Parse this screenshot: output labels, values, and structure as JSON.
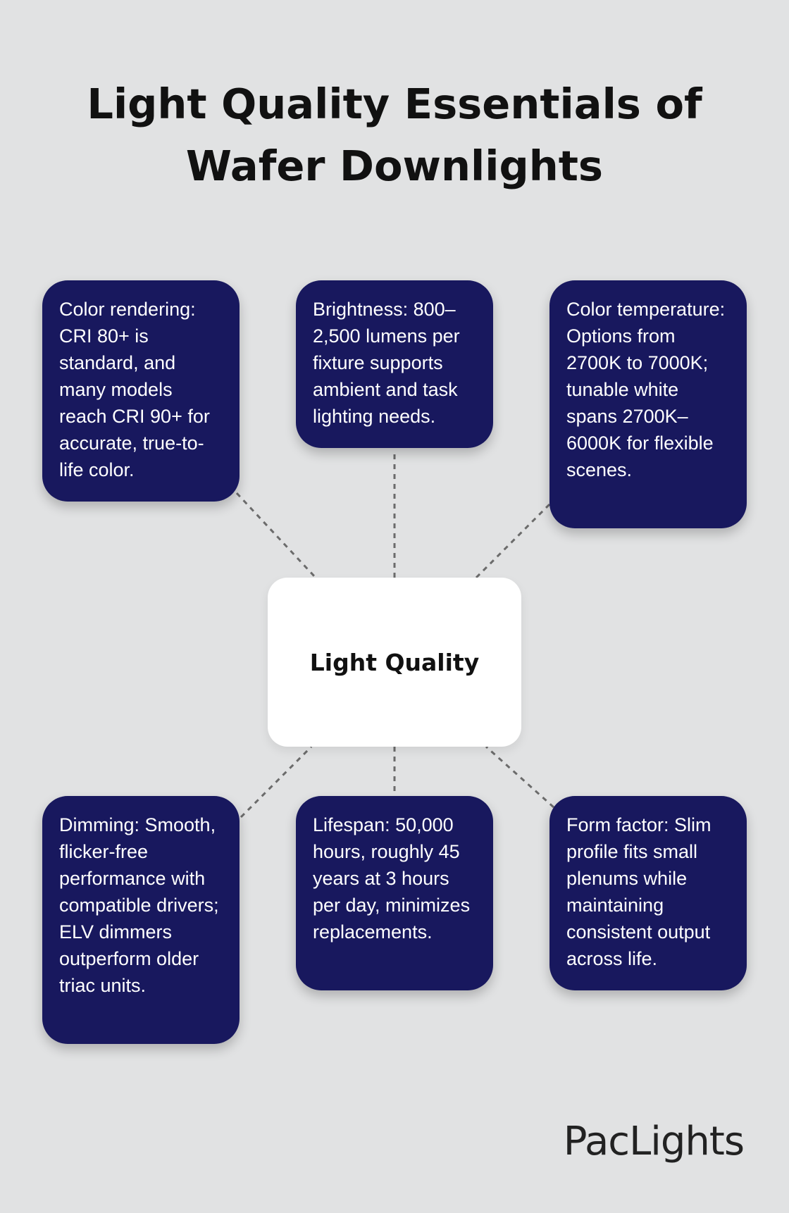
{
  "title": "Light Quality Essentials of Wafer Downlights",
  "center": {
    "label": "Light Quality"
  },
  "nodes": [
    {
      "text": "Color rendering: CRI 80+ is standard, and many models reach CRI 90+ for accurate, true-to-life color."
    },
    {
      "text": "Brightness: 800–2,500 lumens per fixture supports ambient and task lighting needs."
    },
    {
      "text": "Color temperature: Options from 2700K to 7000K; tunable white spans 2700K–6000K for flexible scenes."
    },
    {
      "text": "Dimming: Smooth, flicker-free performance with compatible drivers; ELV dimmers outperform older triac units."
    },
    {
      "text": "Lifespan: 50,000 hours, roughly 45 years at 3 hours per day, minimizes replacements."
    },
    {
      "text": "Form factor: Slim profile fits small plenums while maintaining consistent output across life."
    }
  ],
  "logo": {
    "text": "PacLights"
  },
  "colors": {
    "background": "#e1e2e3",
    "node_fill": "#18185e",
    "center_fill": "#ffffff",
    "connector": "#6b6b6b"
  }
}
